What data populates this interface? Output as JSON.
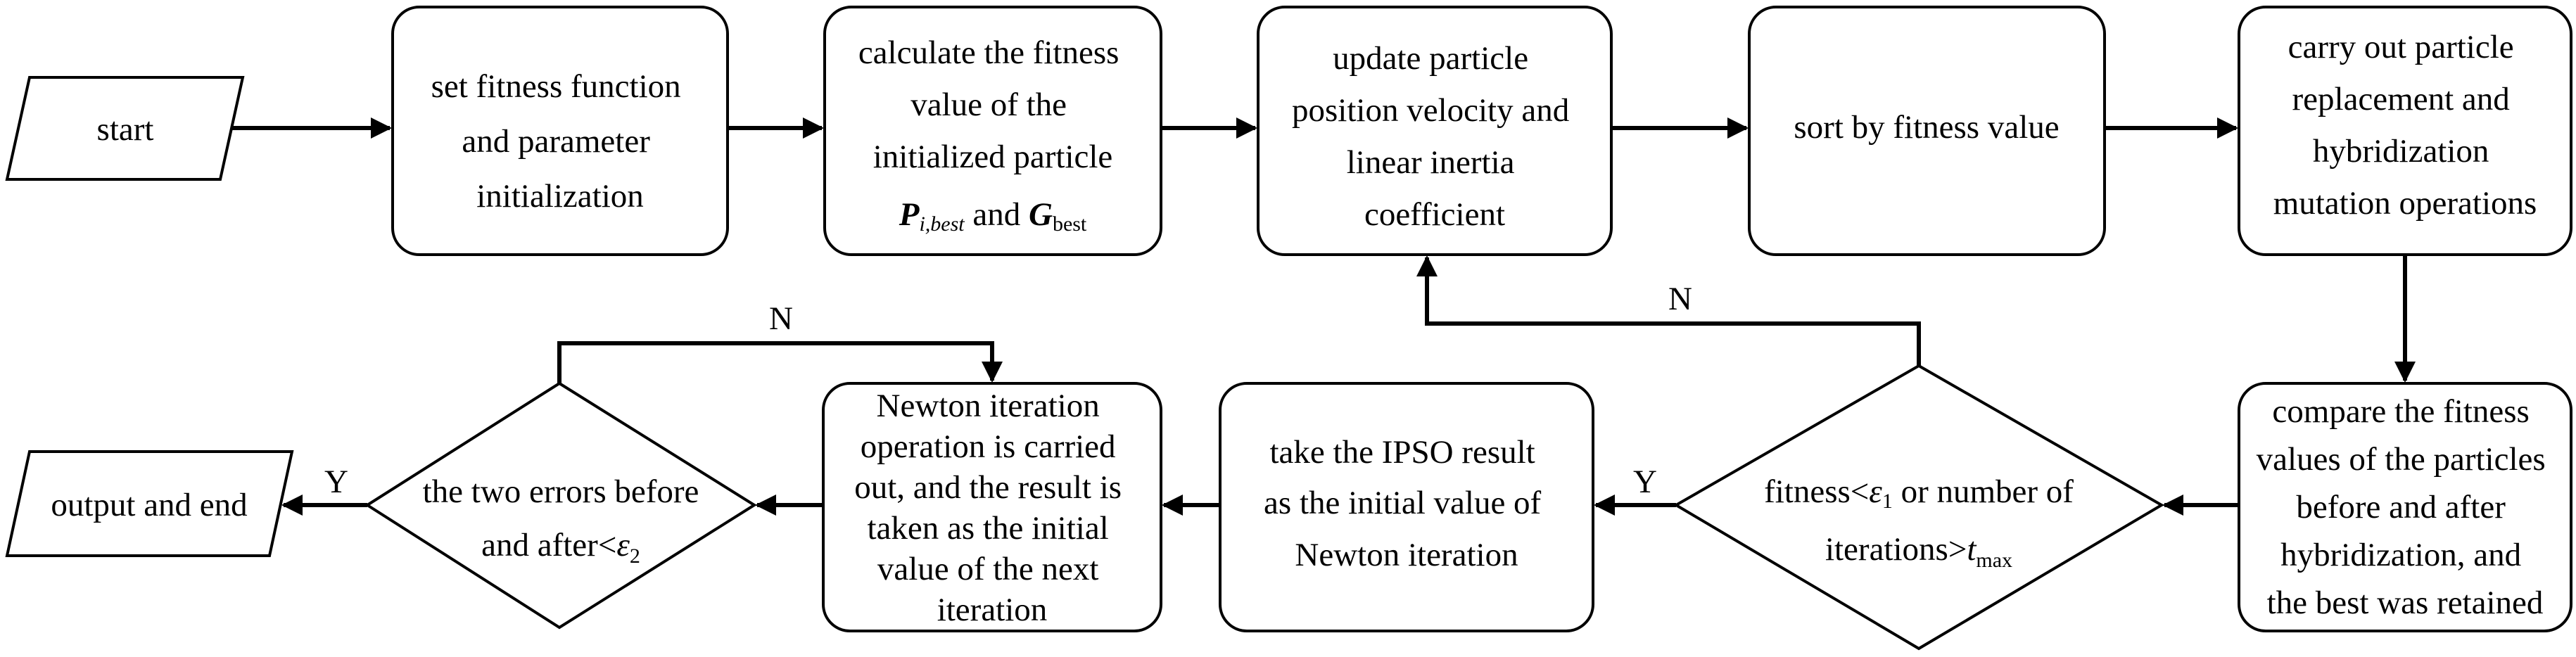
{
  "colors": {
    "stroke": "#000000",
    "fill": "#ffffff",
    "text": "#000000"
  },
  "nodes": {
    "start": {
      "text": "start"
    },
    "init": {
      "lines": [
        "set fitness function",
        "and parameter",
        "initialization"
      ]
    },
    "calc": {
      "lines": [
        "calculate the fitness",
        "value of the",
        "initialized particle"
      ],
      "formula": {
        "p": "P",
        "p_sub": "i,best",
        "and": "and",
        "g": "G",
        "g_sub": "best"
      }
    },
    "update": {
      "lines": [
        "update particle",
        "position velocity and",
        "linear inertia",
        "coefficient"
      ]
    },
    "sort": {
      "text": "sort by fitness value"
    },
    "replace": {
      "lines": [
        "carry out particle",
        "replacement and",
        "hybridization",
        "mutation operations"
      ]
    },
    "compare": {
      "lines": [
        "compare the fitness",
        "values of the particles",
        "before and after",
        "hybridization, and",
        "the best was retained"
      ]
    },
    "cond1": {
      "line1": {
        "pre": "fitness<",
        "var": "ε",
        "sub": "1",
        "post": " or number of"
      },
      "line2": {
        "pre": "iterations>",
        "var": "t",
        "sub": "max"
      }
    },
    "ipso": {
      "lines": [
        "take the IPSO result",
        "as the initial value of",
        "Newton iteration"
      ]
    },
    "newton": {
      "lines": [
        "Newton iteration",
        "operation is carried",
        "out, and the result is",
        "taken as the initial",
        "value of the next",
        "iteration"
      ]
    },
    "cond2": {
      "line1": "the two errors before",
      "line2": {
        "pre": "and after<",
        "var": "ε",
        "sub": "2"
      }
    },
    "end": {
      "text": "output and end"
    }
  },
  "edge_labels": {
    "cond1_no": "N",
    "cond1_yes": "Y",
    "cond2_no": "N",
    "cond2_yes": "Y"
  }
}
